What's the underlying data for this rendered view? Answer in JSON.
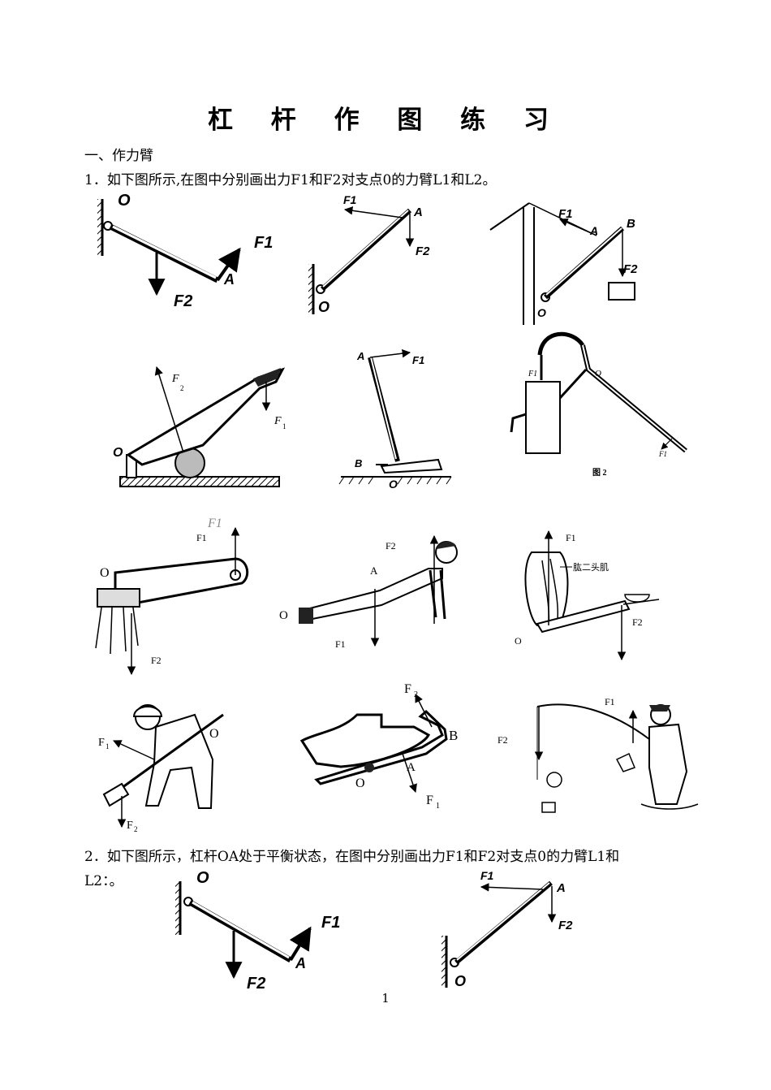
{
  "title": "杠 杆 作 图 练 习",
  "section1": "一、作力臂",
  "q1": "1．如下图所示,在图中分别画出力F1和F2对支点0的力臂L1和L2。",
  "q2_line1": "2．如下图所示，杠杆OA处于平衡状态，在图中分别画出力F1和F2对支点0的力臂L1和",
  "q2_line2": "L2：。",
  "page_number": "1",
  "labels": {
    "O": "O",
    "A": "A",
    "B": "B",
    "F1": "F1",
    "F2": "F2",
    "F": "F",
    "sub1": "1",
    "sub2": "2",
    "fig2": "图 2",
    "biceps": "肱二头肌"
  }
}
